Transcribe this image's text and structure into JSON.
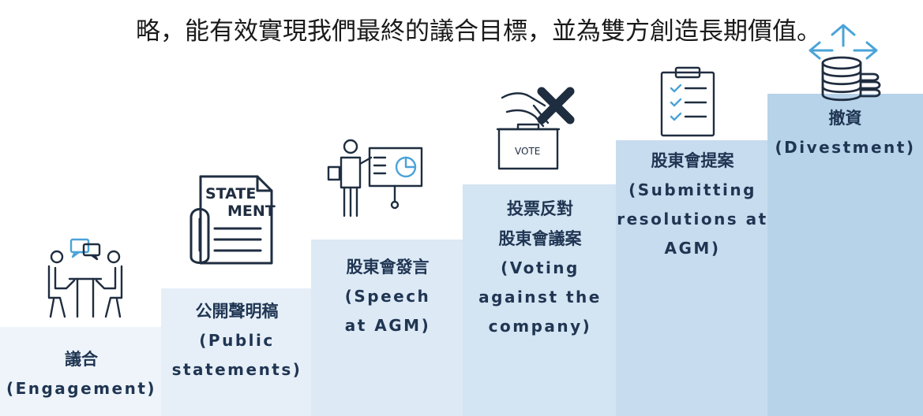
{
  "headline": "略，能有效實現我們最終的議合目標，並為雙方創造長期價值。",
  "steps": [
    {
      "zh": "議合",
      "en_lines": [
        "(Engagement)"
      ],
      "color": "#eef4fa"
    },
    {
      "zh": "公開聲明稿",
      "en_lines": [
        "(Public",
        "statements)"
      ],
      "color": "#e6eff8"
    },
    {
      "zh": "股東會發言",
      "en_lines": [
        "(Speech",
        "at AGM)"
      ],
      "color": "#dde9f5"
    },
    {
      "zh_lines": [
        "投票反對",
        "股東會議案"
      ],
      "en_lines": [
        "(Voting",
        "against the",
        "company)"
      ],
      "color": "#d3e4f2"
    },
    {
      "zh": "股東會提案",
      "en_lines": [
        "(Submitting",
        "resolutions at",
        "AGM)"
      ],
      "color": "#c7dcee"
    },
    {
      "zh": "撤資",
      "en_lines": [
        "(Divestment)"
      ],
      "color": "#b6d3ea"
    }
  ],
  "icons": {
    "statement_text_line1": "STATE",
    "statement_text_line2": "MENT",
    "vote_text": "VOTE"
  },
  "colors": {
    "icon_stroke": "#1f2d40",
    "accent_blue": "#4aa3d8",
    "cross": "#1f2d40",
    "text_dark": "#1f3552"
  }
}
